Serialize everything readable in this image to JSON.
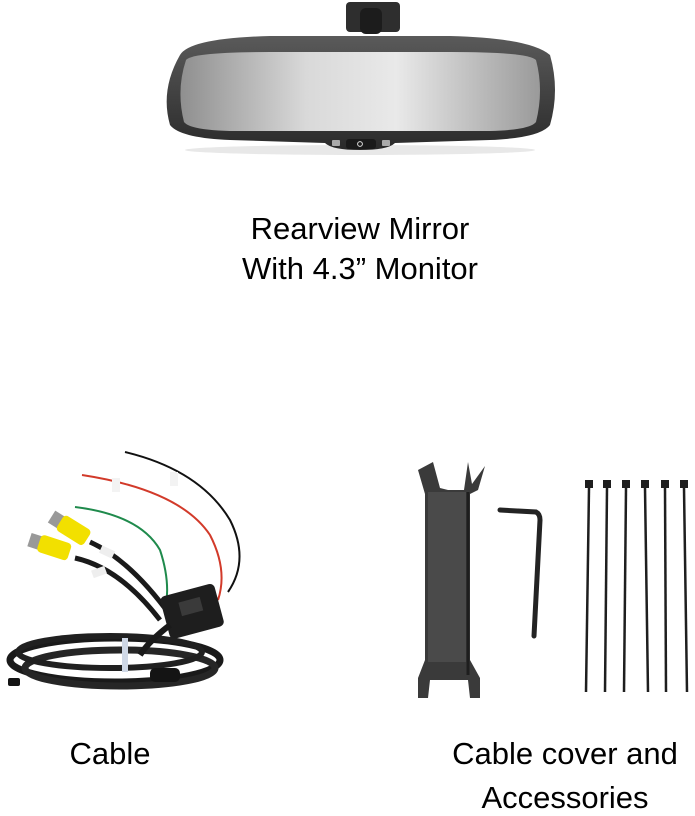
{
  "items": [
    {
      "id": "mirror",
      "title_lines": [
        "Rearview Mirror",
        "With 4.3” Monitor"
      ],
      "image": "rearview-mirror-image"
    },
    {
      "id": "cable",
      "title_lines": [
        "Cable"
      ],
      "image": "cable-harness-image"
    },
    {
      "id": "accessories",
      "title_lines": [
        "Cable cover and",
        "Accessories"
      ],
      "image": "cable-cover-accessories-image"
    }
  ],
  "colors": {
    "background": "#ffffff",
    "text": "#000000",
    "rca_yellow": "#f2e000",
    "wire_red": "#d23a2a",
    "wire_green": "#1f8a4c",
    "wire_black": "#111111"
  }
}
